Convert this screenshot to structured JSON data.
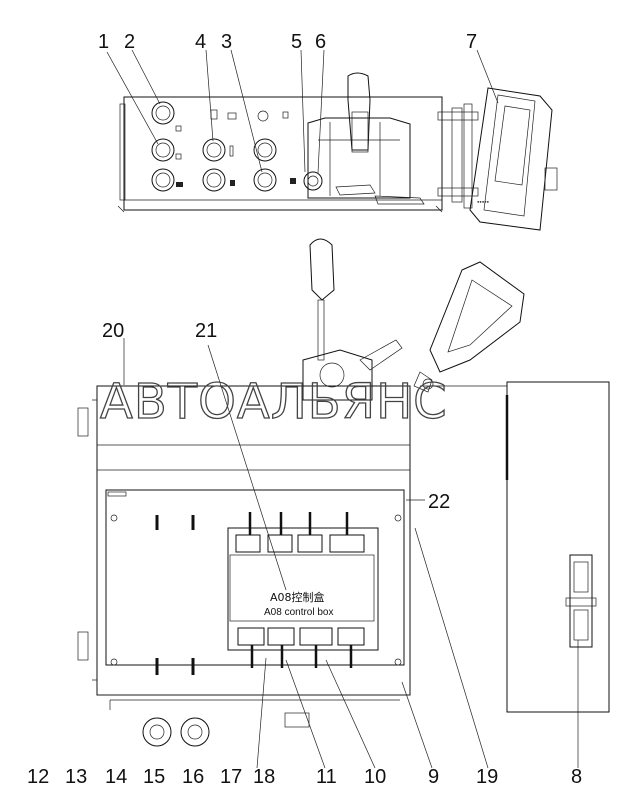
{
  "diagram": {
    "watermark": "АВТОАЛЬЯНС",
    "control_box": {
      "label_cn": "A08控制盒",
      "label_en": "A08 control box"
    },
    "callouts": [
      {
        "id": "c1",
        "label": "1"
      },
      {
        "id": "c2",
        "label": "2"
      },
      {
        "id": "c4",
        "label": "4"
      },
      {
        "id": "c3",
        "label": "3"
      },
      {
        "id": "c5",
        "label": "5"
      },
      {
        "id": "c6",
        "label": "6"
      },
      {
        "id": "c7",
        "label": "7"
      },
      {
        "id": "c20",
        "label": "20"
      },
      {
        "id": "c21",
        "label": "21"
      },
      {
        "id": "c22",
        "label": "22"
      },
      {
        "id": "c12",
        "label": "12"
      },
      {
        "id": "c13",
        "label": "13"
      },
      {
        "id": "c14",
        "label": "14"
      },
      {
        "id": "c15",
        "label": "15"
      },
      {
        "id": "c16",
        "label": "16"
      },
      {
        "id": "c17",
        "label": "17"
      },
      {
        "id": "c18",
        "label": "18"
      },
      {
        "id": "c11",
        "label": "11"
      },
      {
        "id": "c10",
        "label": "10"
      },
      {
        "id": "c9",
        "label": "9"
      },
      {
        "id": "c19",
        "label": "19"
      },
      {
        "id": "c8",
        "label": "8"
      }
    ]
  }
}
